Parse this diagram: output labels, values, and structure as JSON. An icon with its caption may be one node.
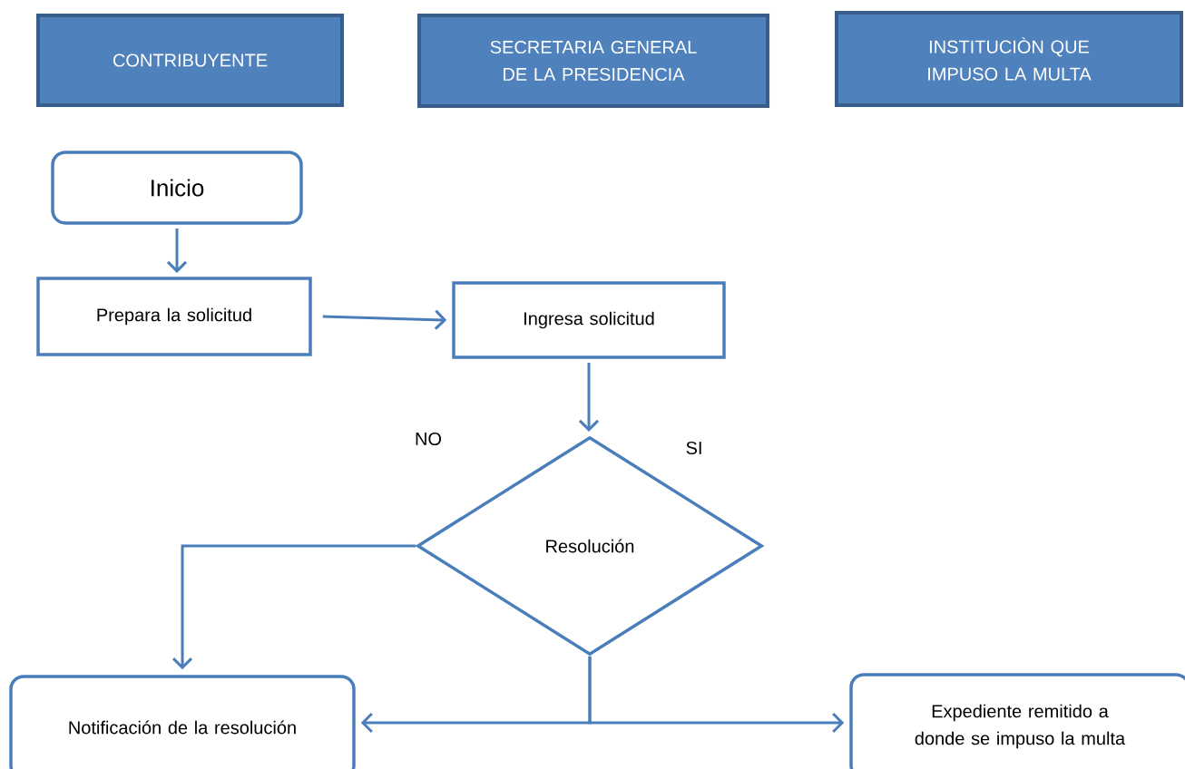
{
  "diagram": {
    "nodes": [
      {
        "text": [
          "CONTRIBUYENTE"
        ]
      },
      {
        "text": [
          "SECRETARIA GENERAL DE LA PRESIDENCIA"
        ]
      },
      {
        "text": [
          "INSTITUCIÒN QUE IMPUSO LA MULTA"
        ]
      },
      {
        "text": [
          "Inicio"
        ]
      },
      {
        "text": [
          "Prepara la solicitud"
        ]
      },
      {
        "text": [
          "Ingresa solicitud"
        ]
      },
      {
        "text": [
          "Resolución"
        ]
      },
      {
        "text": [
          "Notificación de la resolución"
        ]
      },
      {
        "text": [
          "Expediente remitido a donde se impuso la multa"
        ]
      }
    ],
    "edges": [
      {
        "from": 3,
        "to": 4,
        "arrow": "to"
      },
      {
        "from": 4,
        "to": 5,
        "arrow": "to"
      },
      {
        "from": 5,
        "to": 6,
        "arrow": "to"
      },
      {
        "from": 6,
        "to": 7,
        "arrow": "to"
      },
      {
        "from": 6,
        "to": 7,
        "arrow": "to"
      },
      {
        "from": 6,
        "to": 8,
        "arrow": "to"
      }
    ],
    "labels": [
      "NO",
      "SI"
    ]
  }
}
